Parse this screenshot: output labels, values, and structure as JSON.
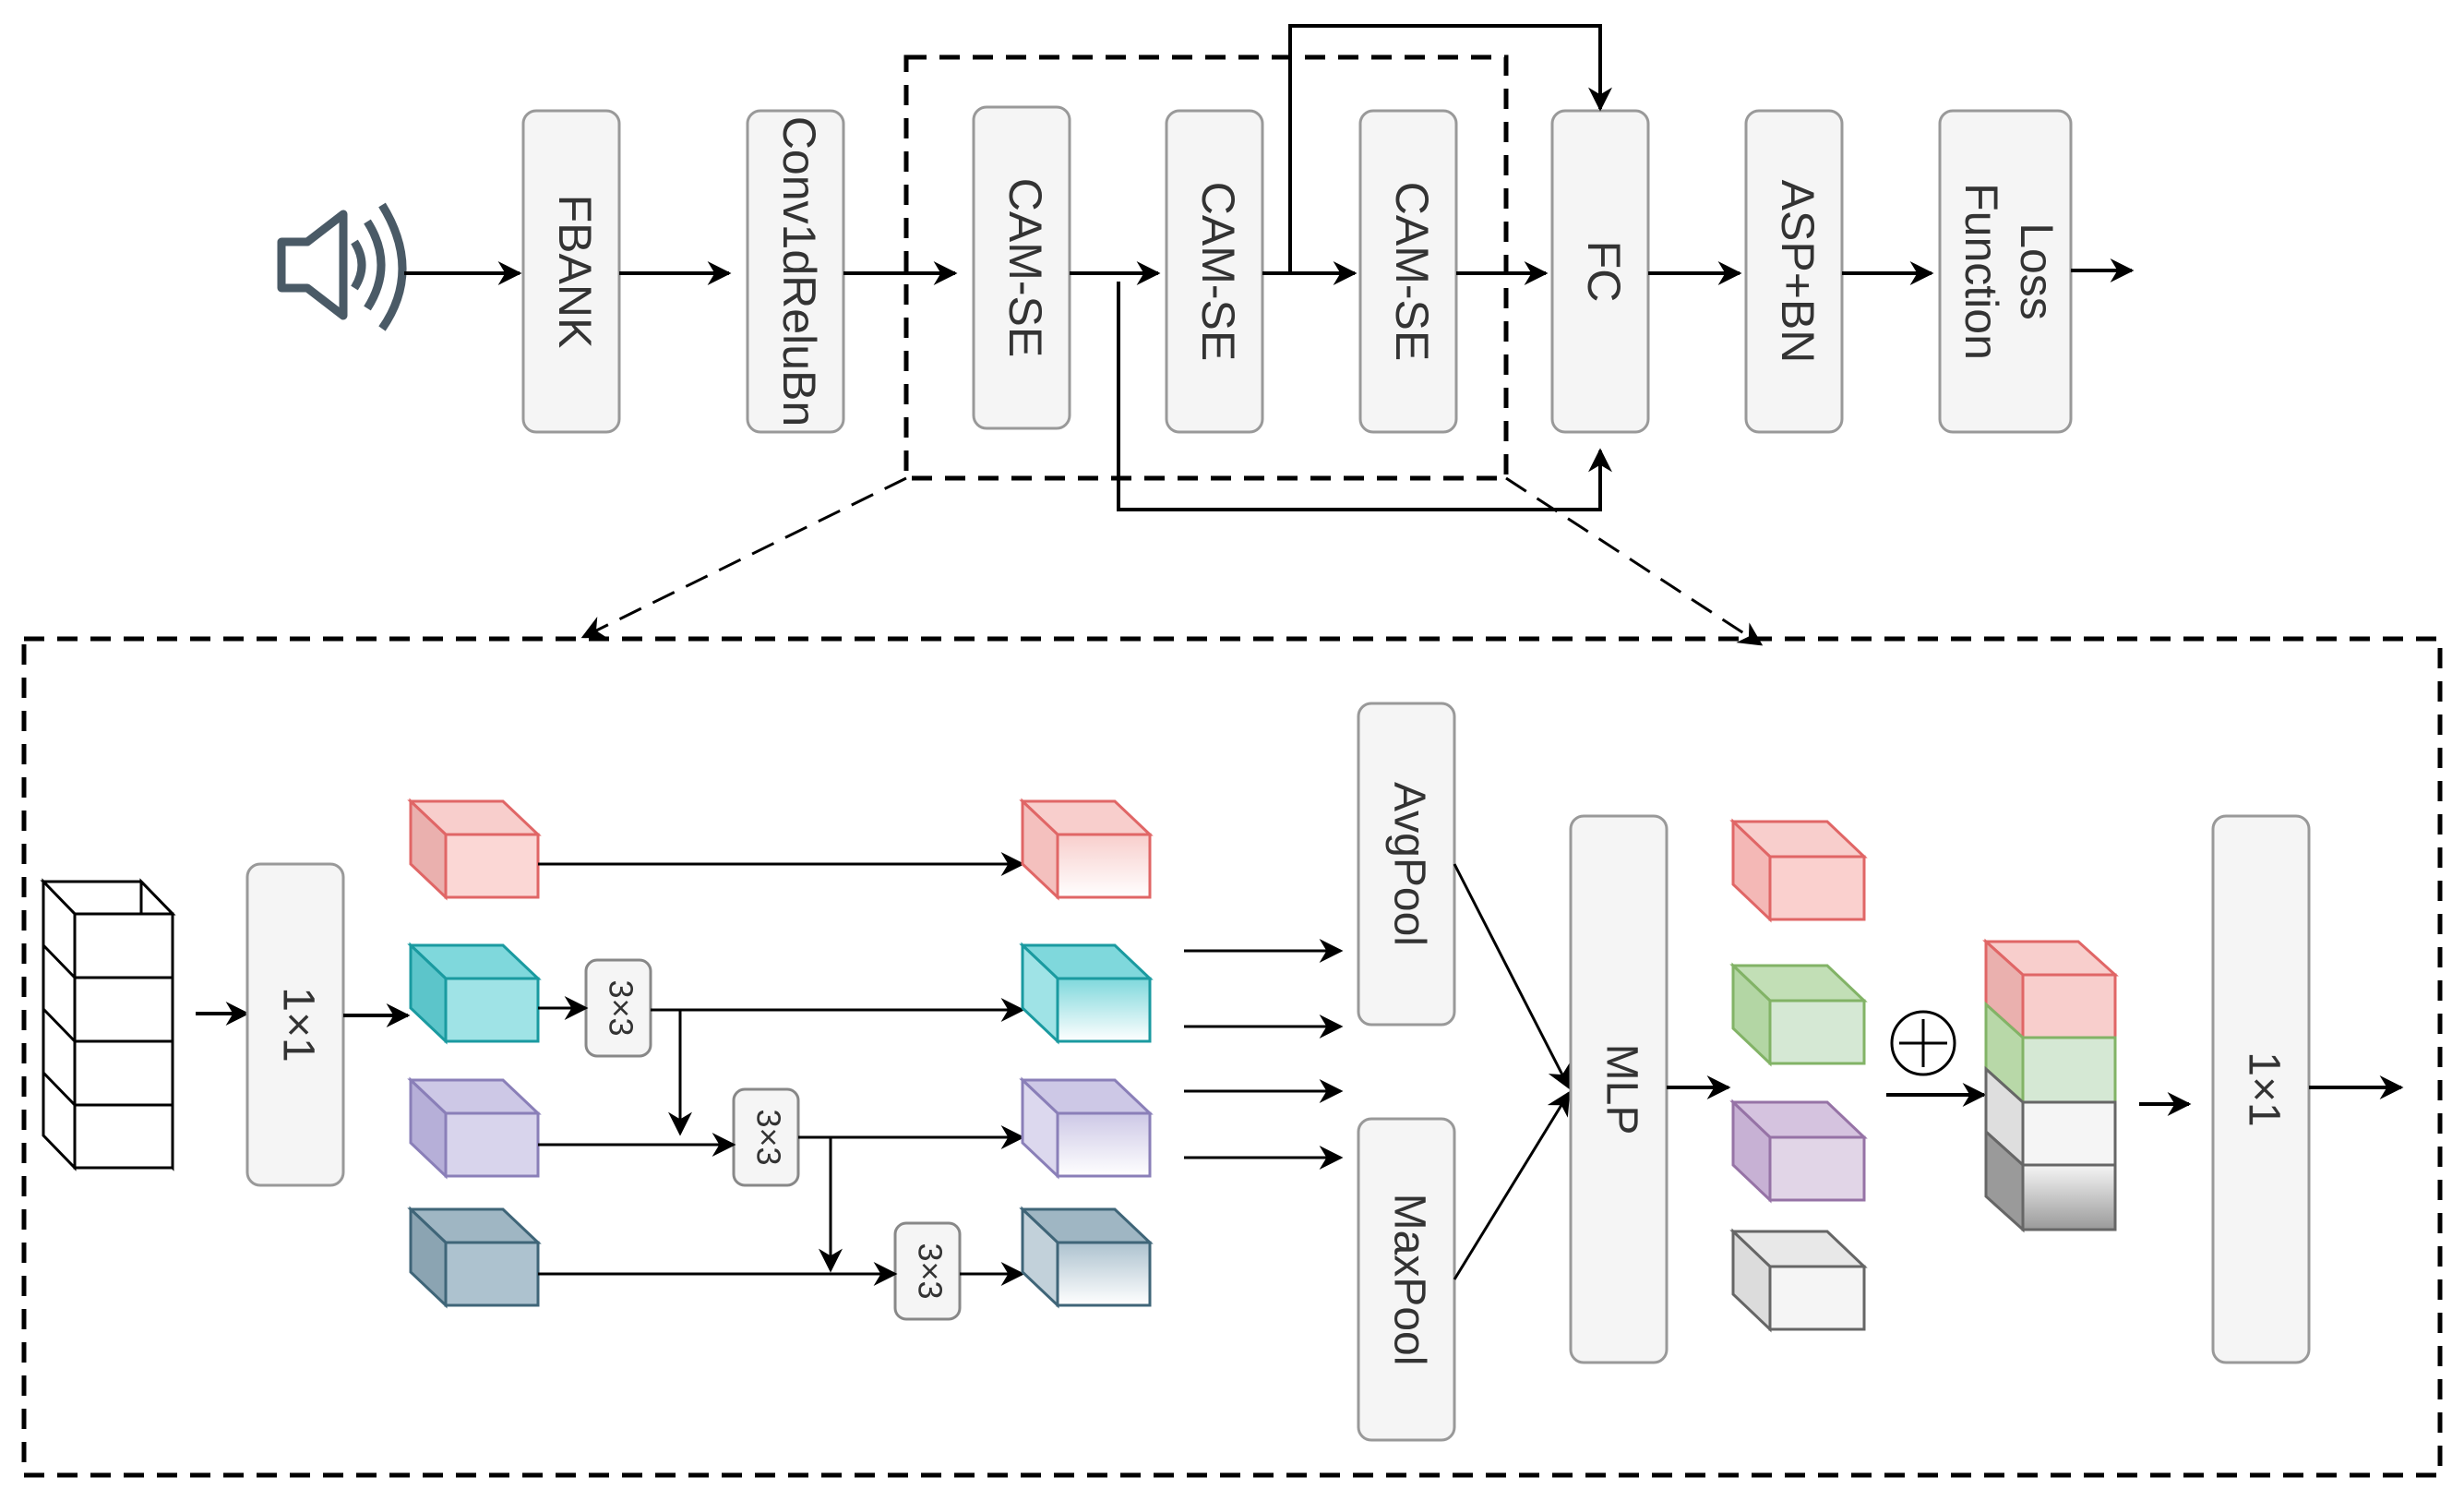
{
  "top_pipeline": {
    "blocks": {
      "fbank": "FBANK",
      "conv": "Conv1dReluBn",
      "cam1": "CAM-SE",
      "cam2": "CAM-SE",
      "cam3": "CAM-SE",
      "fc": "FC",
      "asp": "ASP+BN",
      "loss_line1": "Loss",
      "loss_line2": "Function"
    },
    "input_icon": "speaker-icon"
  },
  "detail": {
    "conv_in": "1×1",
    "conv_out": "1×1",
    "small_conv": "3×3",
    "avgpool": "AvgPool",
    "maxpool": "MaxPool",
    "mlp": "MLP",
    "sum_symbol": "+"
  },
  "colors": {
    "red": "#f8cecc",
    "red_stroke": "#e06666",
    "cyan": "#7fd8dc",
    "cyan_stroke": "#1a9aa0",
    "purple": "#cdc8e6",
    "purple_stroke": "#8a7fb8",
    "slate": "#adc2cf",
    "slate_stroke": "#3f6578",
    "green": "#d5e8d4",
    "green_stroke": "#82b366",
    "lilac": "#e1d5e7",
    "lilac_stroke": "#9673a6",
    "block_fill": "#f5f5f5",
    "block_stroke": "#999999"
  }
}
